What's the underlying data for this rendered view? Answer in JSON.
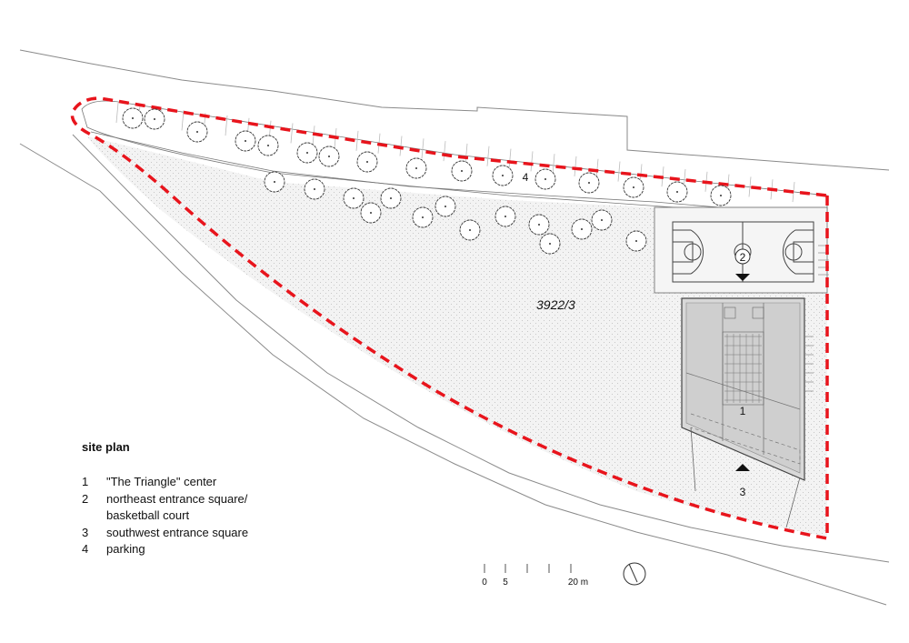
{
  "title": "site plan",
  "parcel_label": "3922/3",
  "markers": {
    "m1": "1",
    "m2": "2",
    "m3": "3",
    "m4": "4"
  },
  "legend": [
    {
      "num": "1",
      "text": "\"The Triangle\" center"
    },
    {
      "num": "2",
      "text": "northeast entrance square/ basketball court"
    },
    {
      "num": "3",
      "text": "southwest entrance square"
    },
    {
      "num": "4",
      "text": "parking"
    }
  ],
  "scale_bar": {
    "label_0": "0",
    "label_5": "5",
    "label_20": "20 m"
  },
  "colors": {
    "boundary": "#e8141c",
    "lines": "#555555",
    "site_fill": "#efefef",
    "building_fill": "#d4d4d4"
  },
  "icons": [
    "north-arrow-icon",
    "tree-icon",
    "entrance-triangle-icon"
  ]
}
